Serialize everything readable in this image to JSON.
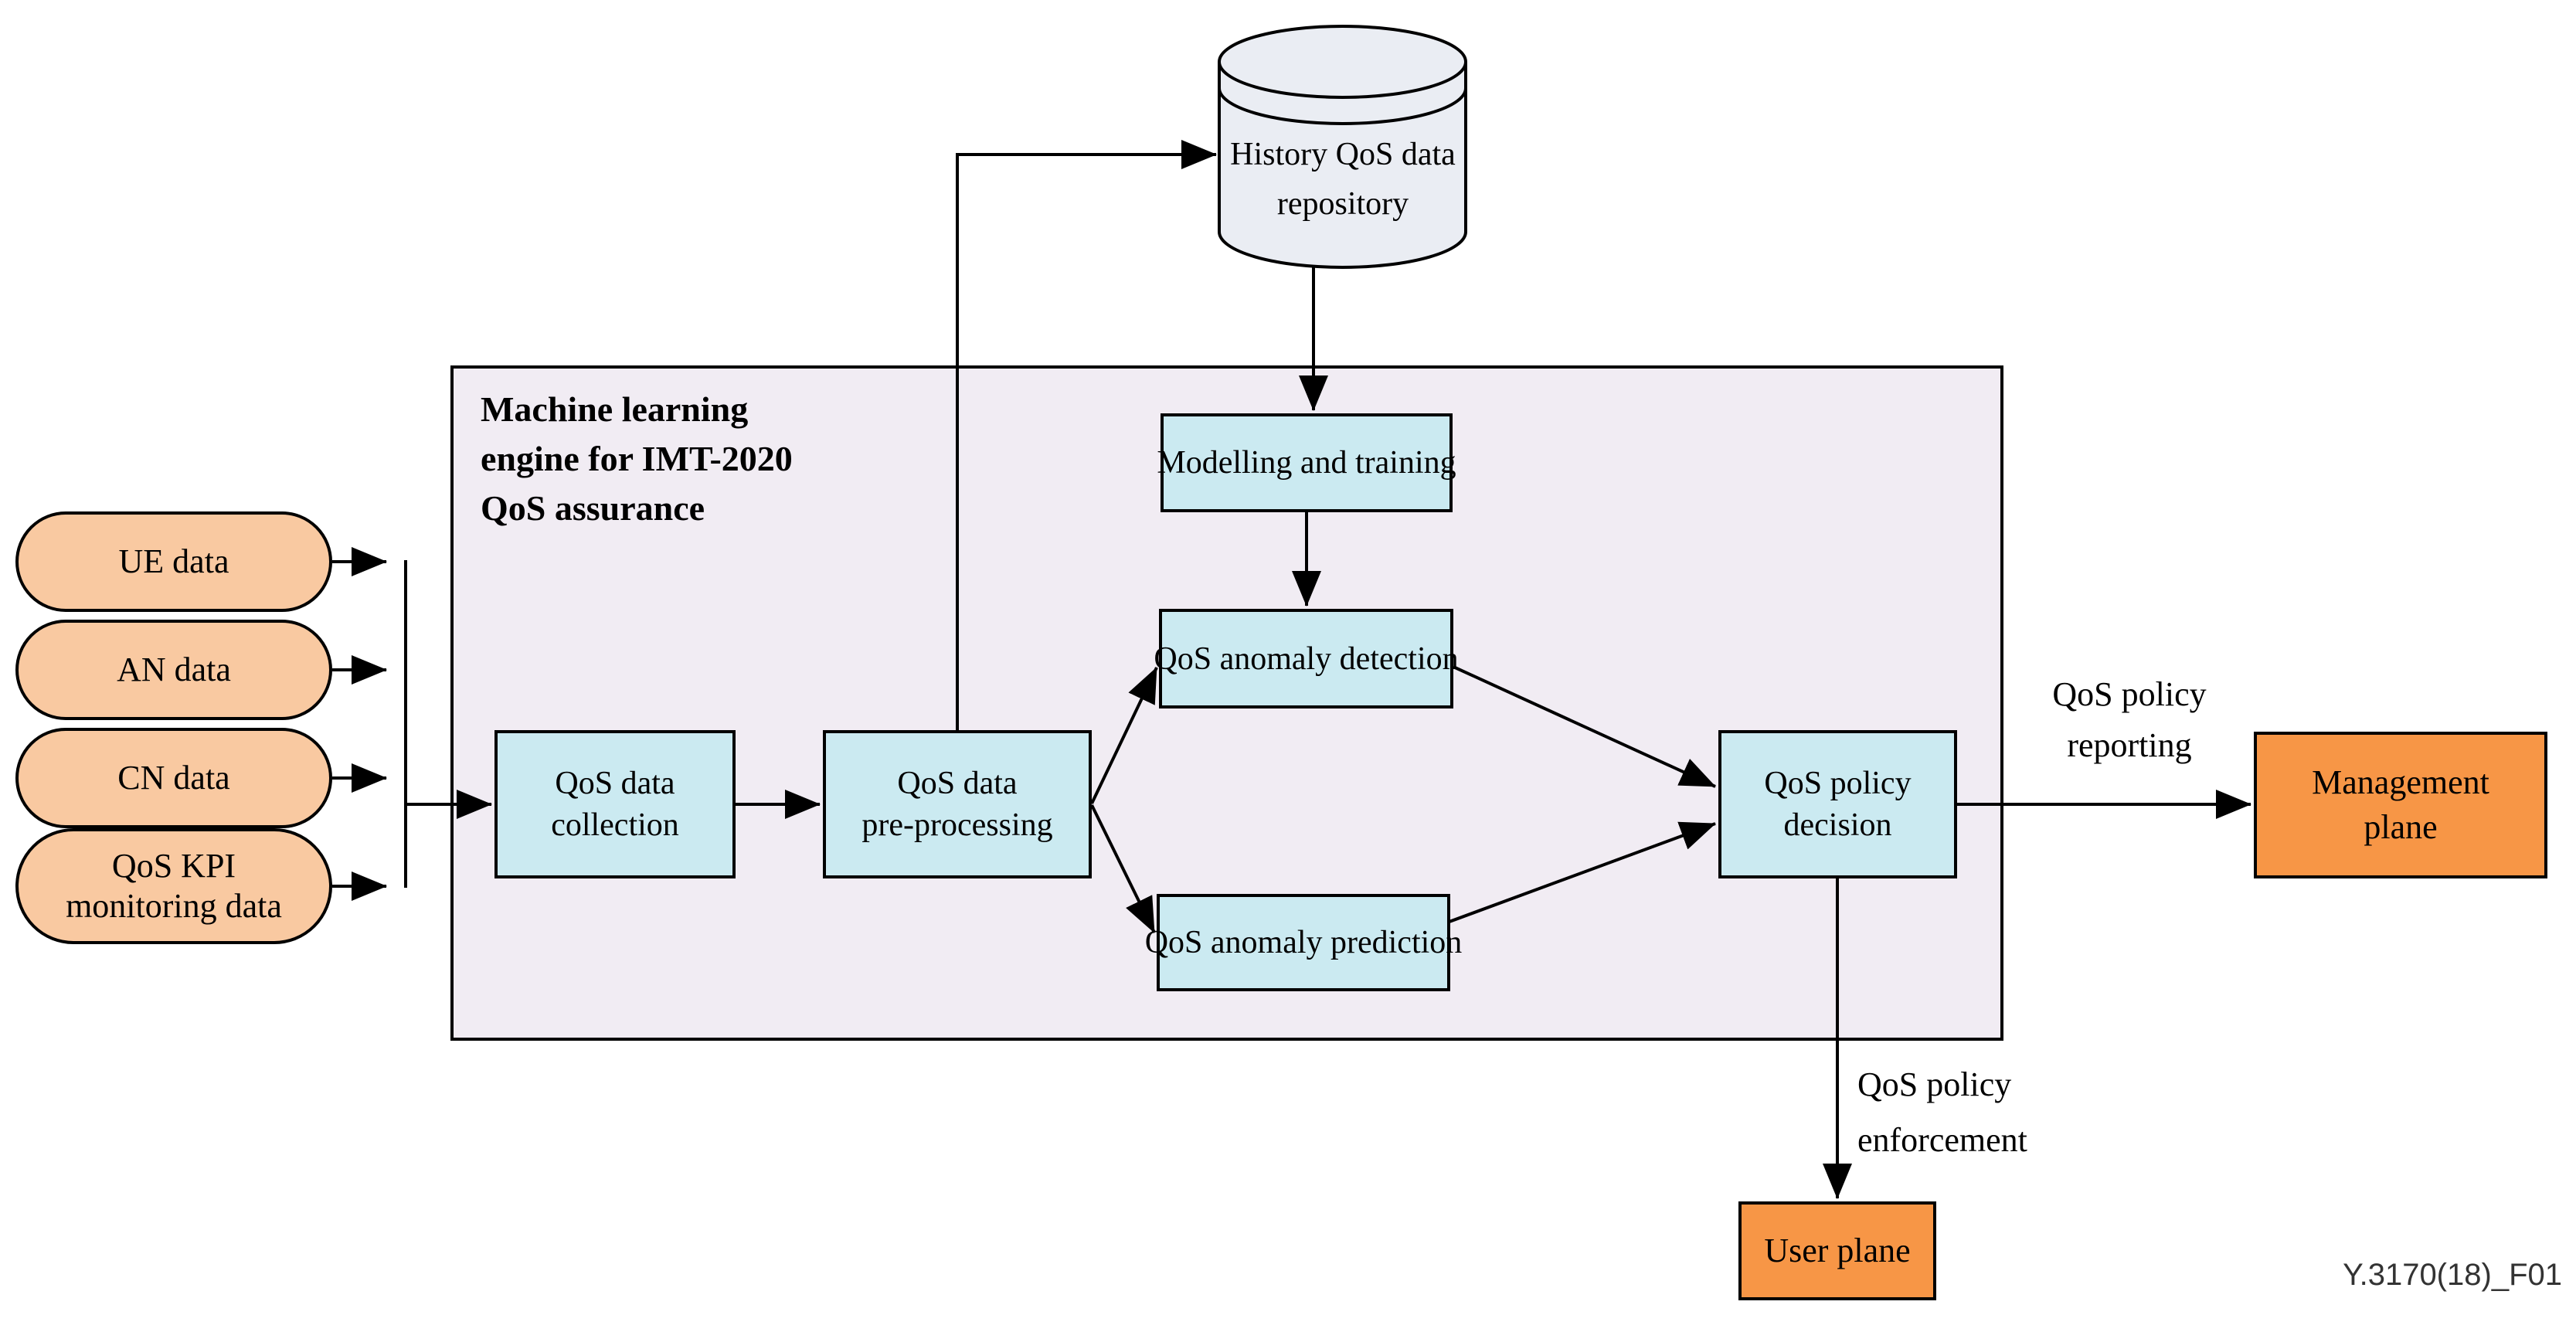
{
  "figure": {
    "caption": "Y.3170(18)_F01"
  },
  "colors": {
    "input_fill": "#F9C9A1",
    "process_fill": "#CBEAF1",
    "engine_fill": "#F1ECF3",
    "repository_fill": "#EAEDF3",
    "plane_fill": "#F79646",
    "line": "#000000"
  },
  "engine": {
    "title": "Machine learning engine for IMT-2020 QoS assurance",
    "title_lines": [
      "Machine learning",
      "engine for IMT-2020",
      "QoS assurance"
    ]
  },
  "repository": {
    "label": "History QoS data repository",
    "lines": [
      "History QoS data",
      "repository"
    ]
  },
  "inputs": {
    "ue": {
      "label": "UE data"
    },
    "an": {
      "label": "AN data"
    },
    "cn": {
      "label": "CN data"
    },
    "kpi": {
      "label": "QoS KPI monitoring data",
      "lines": [
        "QoS KPI",
        "monitoring data"
      ]
    }
  },
  "processes": {
    "collection": {
      "label": "QoS data collection",
      "lines": [
        "QoS data",
        "collection"
      ]
    },
    "preprocessing": {
      "label": "QoS data pre-processing",
      "lines": [
        "QoS data",
        "pre-processing"
      ]
    },
    "modelling": {
      "label": "Modelling and training"
    },
    "detection": {
      "label": "QoS anomaly detection"
    },
    "prediction": {
      "label": "QoS anomaly prediction"
    },
    "decision": {
      "label": "QoS policy decision",
      "lines": [
        "QoS policy",
        "decision"
      ]
    }
  },
  "planes": {
    "management": {
      "label": "Management plane",
      "lines": [
        "Management",
        "plane"
      ]
    },
    "user": {
      "label": "User plane"
    }
  },
  "flow_labels": {
    "reporting": {
      "label": "QoS policy reporting",
      "lines": [
        "QoS policy",
        "reporting"
      ]
    },
    "enforcement": {
      "label": "QoS policy enforcement",
      "lines": [
        "QoS policy",
        "enforcement"
      ]
    }
  }
}
